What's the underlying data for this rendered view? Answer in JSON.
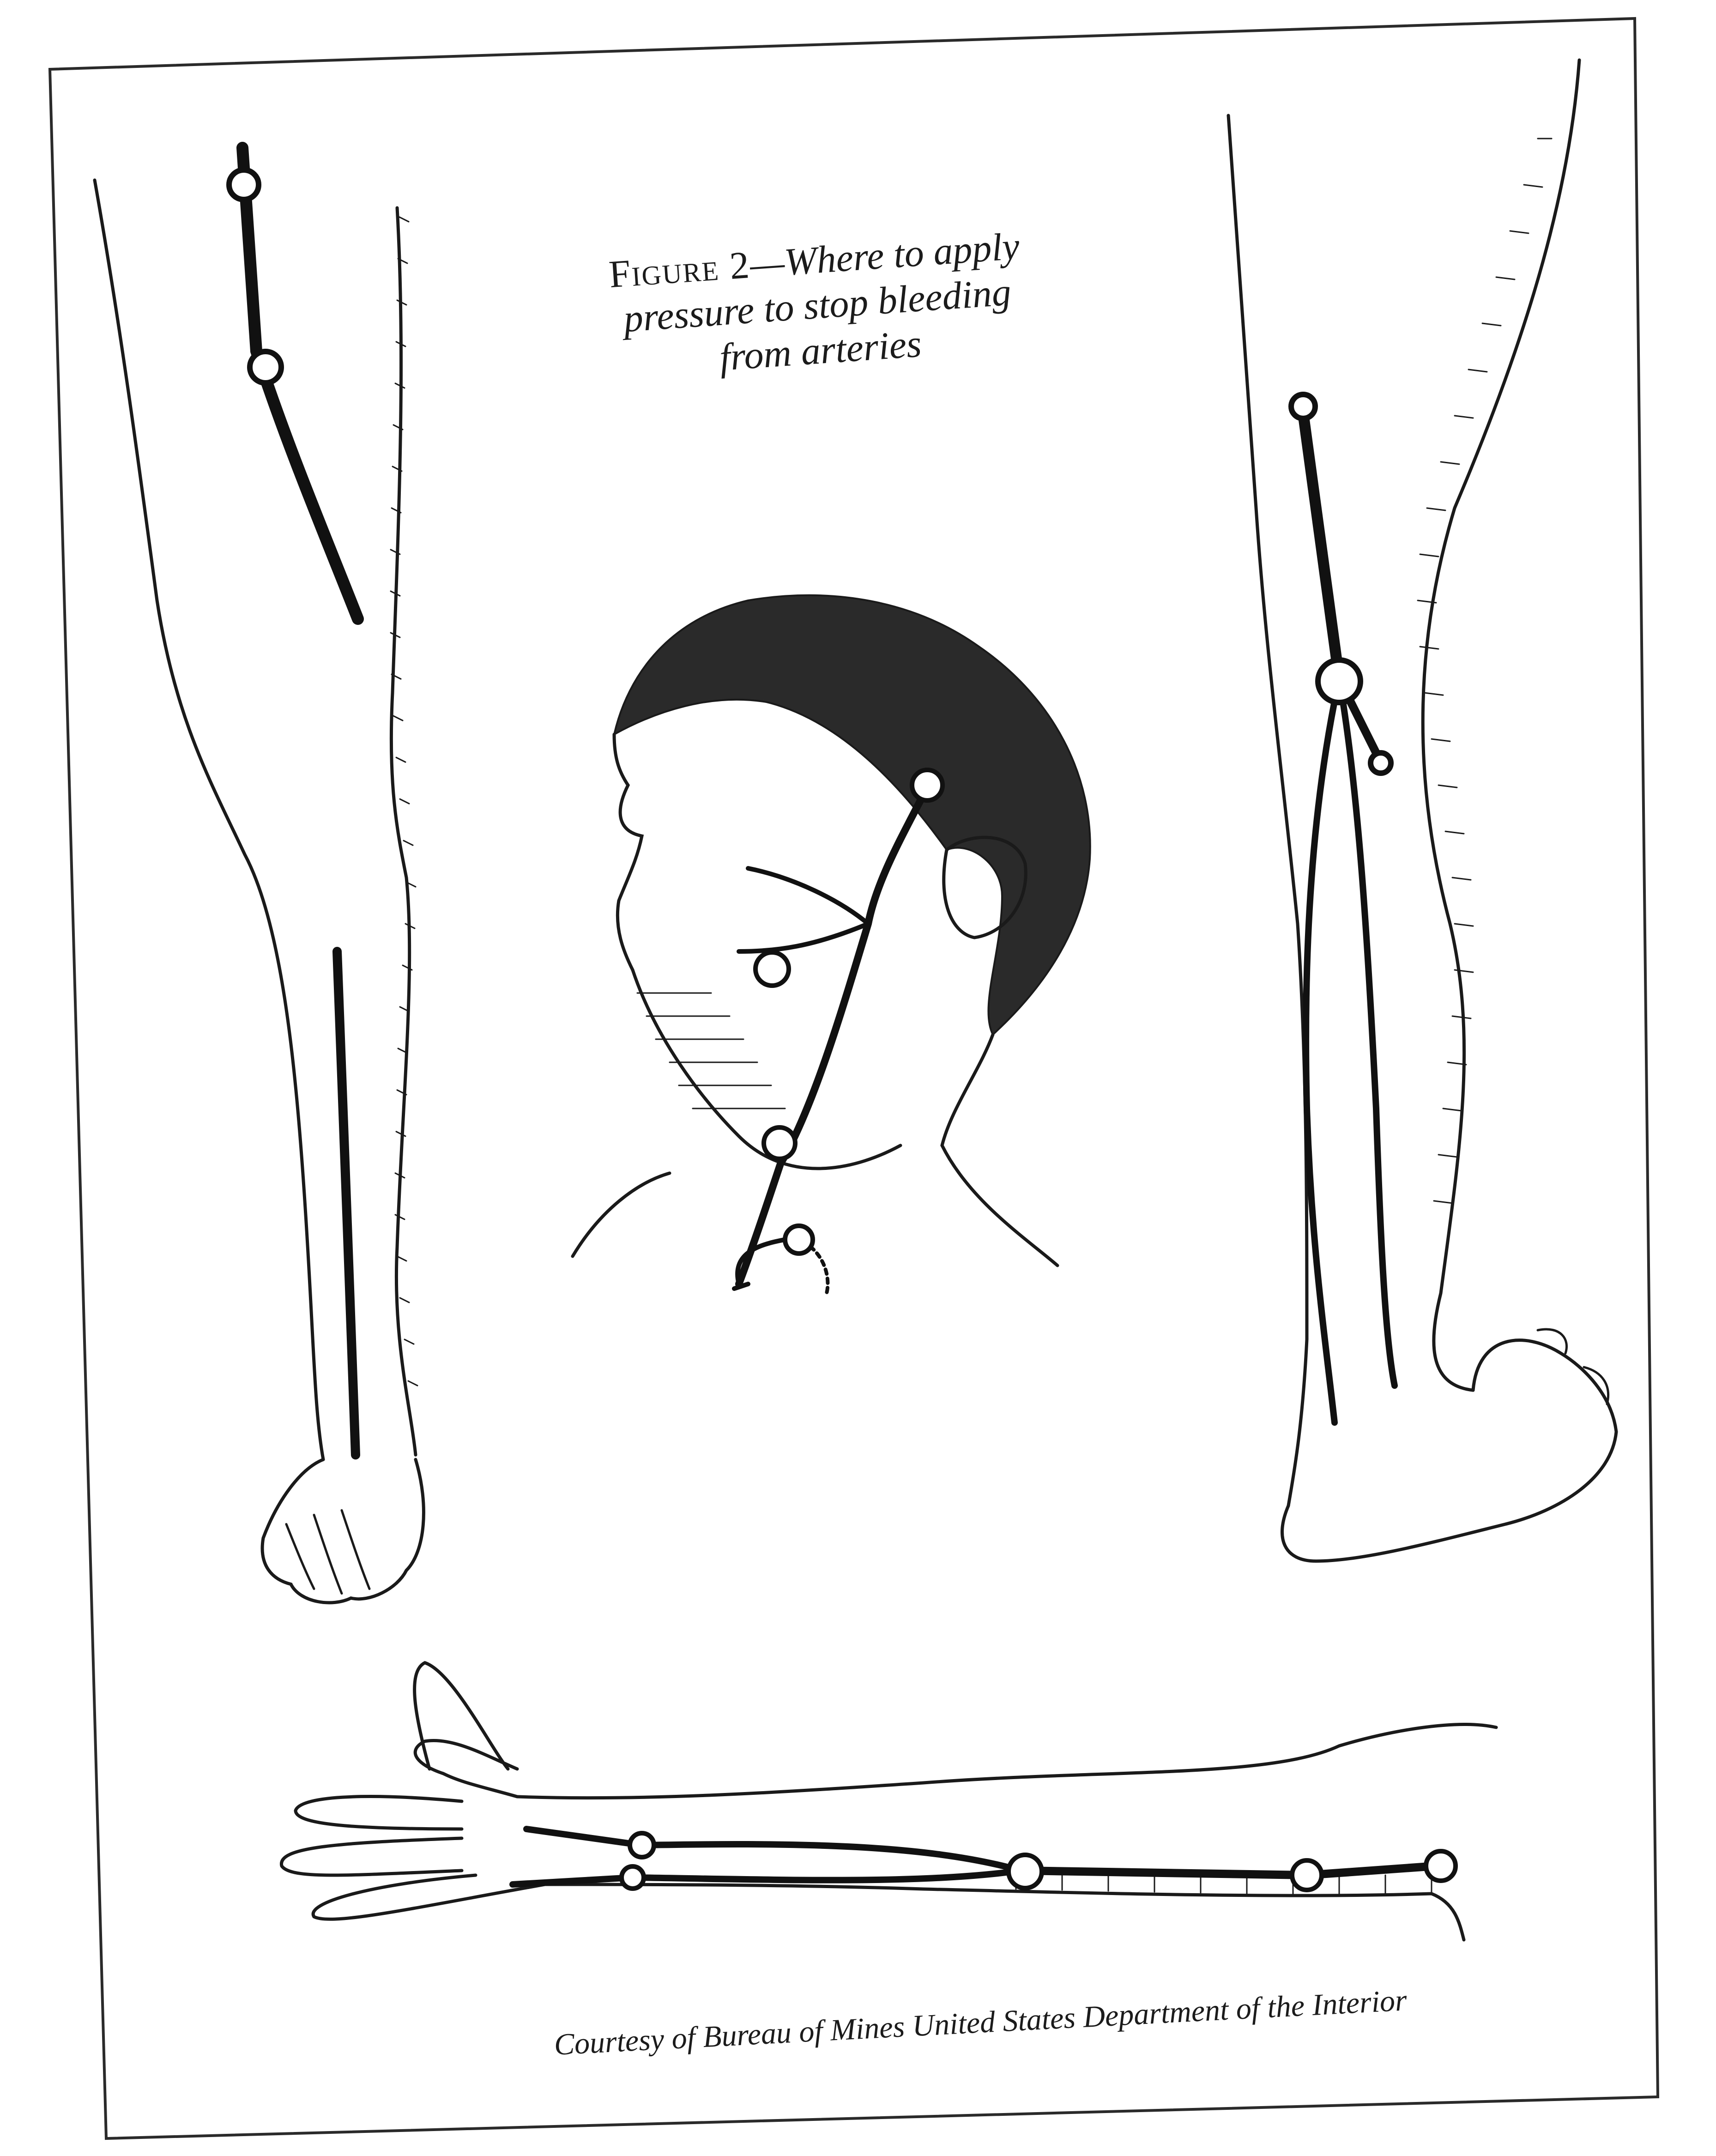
{
  "figure": {
    "label": "Figure 2",
    "dash": "—",
    "title_line1": "Where to apply",
    "title_line2": "pressure to stop bleeding",
    "title_line3": "from arteries"
  },
  "credit": "Courtesy of Bureau of Mines  United States Department of the Interior"
}
